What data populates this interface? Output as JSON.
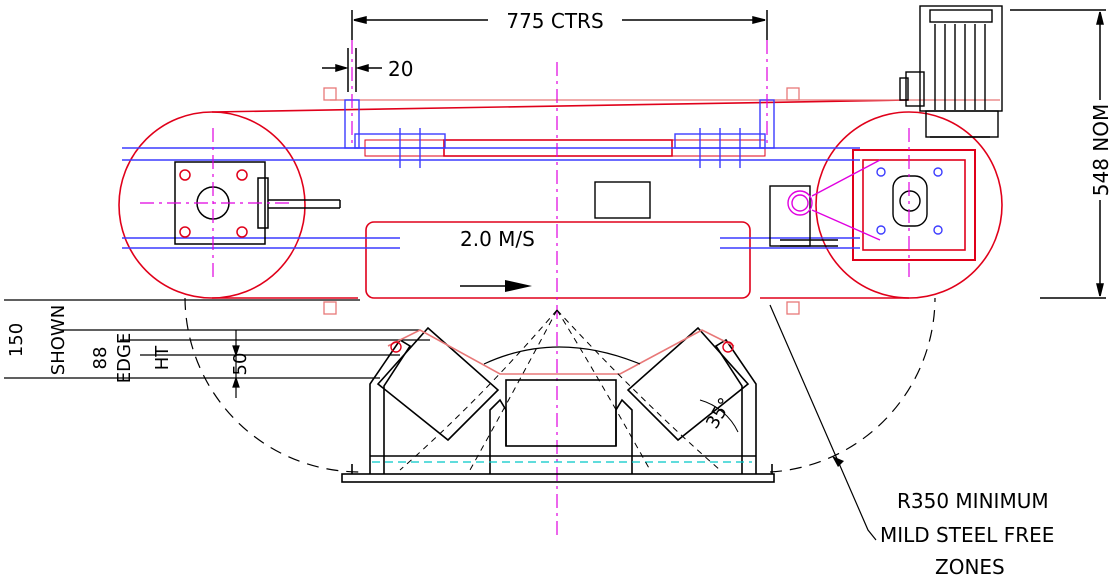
{
  "drawing": {
    "centers_dim": "775 CTRS",
    "pin_dim": "20",
    "nom_dim": "548 NOM",
    "speed": "2.0 M/S",
    "shown_dim": "150",
    "shown_word": "SHOWN",
    "edge_dim": "88",
    "edge_word": "EDGE",
    "ht_word": "HT",
    "small_dim": "50",
    "angle": "35°",
    "note_line1": "R350 MINIMUM",
    "note_line2": "MILD STEEL FREE",
    "note_line3": "ZONES"
  },
  "colors": {
    "outline_red": "#e0001a",
    "frame_blue": "#3c3cff",
    "centerline_magenta": "#e000e0",
    "light_red": "#e87878",
    "dim_black": "#000000",
    "cyan_dash": "#00c8c8"
  }
}
